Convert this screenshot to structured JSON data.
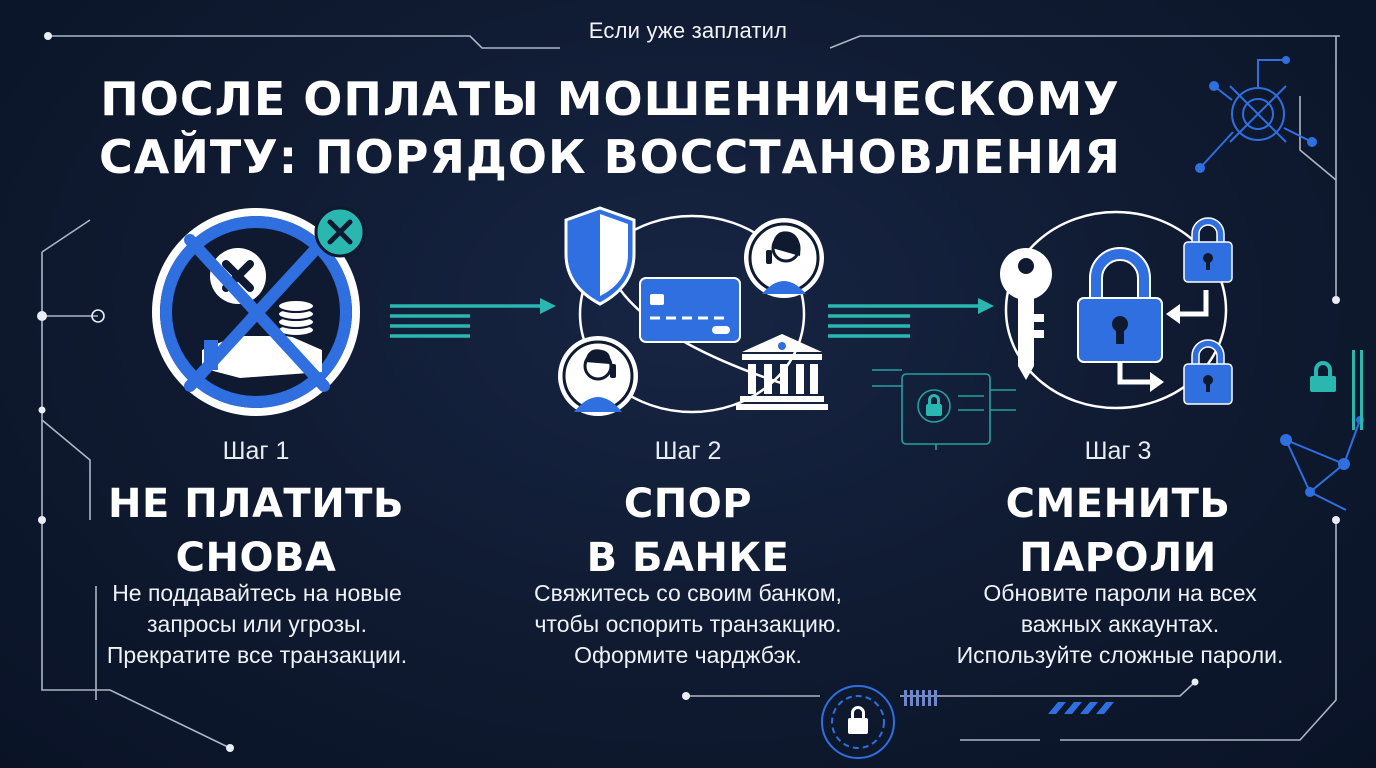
{
  "header": {
    "subtitle": "Если уже заплатил",
    "title_line1": "ПОСЛЕ ОПЛАТЫ МОШЕННИЧЕСКОМУ",
    "title_line2": "САЙТУ: ПОРЯДОК ВОССТАНОВЛЕНИЯ"
  },
  "colors": {
    "background": "#0f1a30",
    "accent_blue": "#2f6fe0",
    "accent_teal": "#2ab7b0",
    "circle_line": "#ffffff"
  },
  "steps": [
    {
      "label": "Шаг 1",
      "heading_line1": "НЕ ПЛАТИТЬ",
      "heading_line2": "СНОВА",
      "desc_line1": "Не поддавайтесь на новые",
      "desc_line2": "запросы или угрозы.",
      "desc_line3": "Прекратите все транзакции.",
      "icon": "no-payment-icon"
    },
    {
      "label": "Шаг 2",
      "heading_line1": "СПОР",
      "heading_line2": "В БАНКЕ",
      "desc_line1": "Свяжитесь со своим банком,",
      "desc_line2": "чтобы оспорить транзакцию.",
      "desc_line3": "Оформите чарджбэк.",
      "icon": "bank-dispute-icon"
    },
    {
      "label": "Шаг 3",
      "heading_line1": "СМЕНИТЬ",
      "heading_line2": "ПАРОЛИ",
      "desc_line1": "Обновите пароли на всех",
      "desc_line2": "важных аккаунтах.",
      "desc_line3": "Используйте сложные пароли.",
      "icon": "change-passwords-icon"
    }
  ]
}
